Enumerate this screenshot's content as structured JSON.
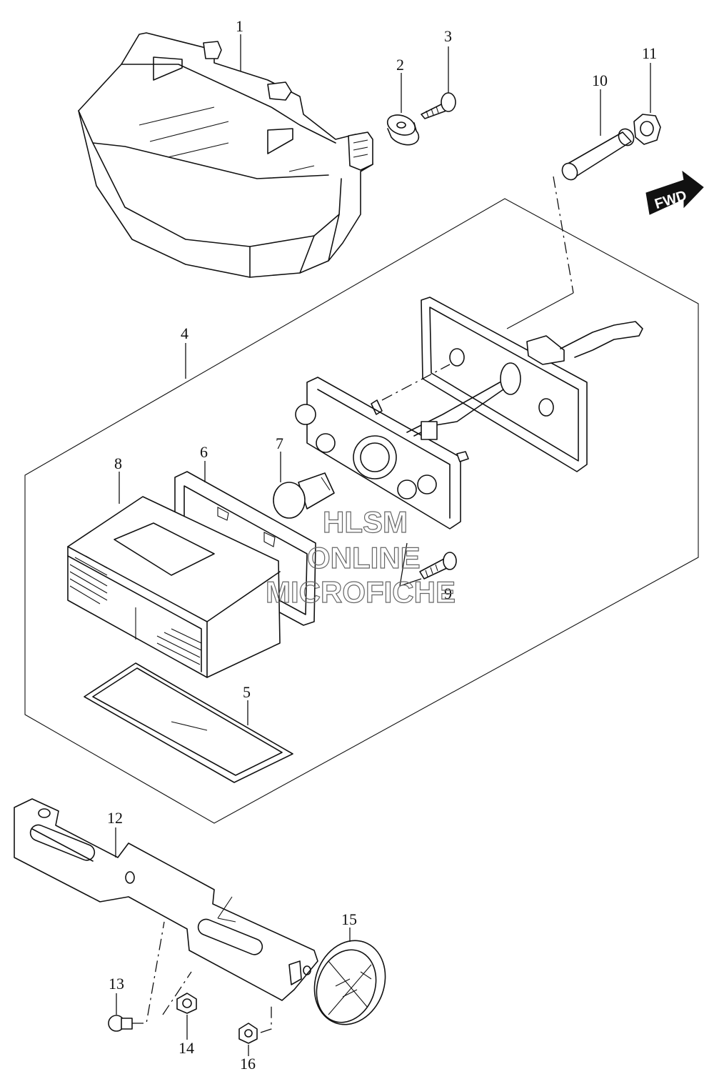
{
  "diagram": {
    "callouts": [
      {
        "id": "1",
        "label": "1"
      },
      {
        "id": "2",
        "label": "2"
      },
      {
        "id": "3",
        "label": "3"
      },
      {
        "id": "4",
        "label": "4"
      },
      {
        "id": "5",
        "label": "5"
      },
      {
        "id": "6",
        "label": "6"
      },
      {
        "id": "7",
        "label": "7"
      },
      {
        "id": "8",
        "label": "8"
      },
      {
        "id": "9",
        "label": "9"
      },
      {
        "id": "10",
        "label": "10"
      },
      {
        "id": "11",
        "label": "11"
      },
      {
        "id": "12",
        "label": "12"
      },
      {
        "id": "13",
        "label": "13"
      },
      {
        "id": "14",
        "label": "14"
      },
      {
        "id": "15",
        "label": "15"
      },
      {
        "id": "16",
        "label": "16"
      }
    ],
    "fwd_label": "FWD",
    "watermark": {
      "line1": "HLSM",
      "line2": "ONLINE",
      "line3": "MICROFICHE"
    }
  }
}
